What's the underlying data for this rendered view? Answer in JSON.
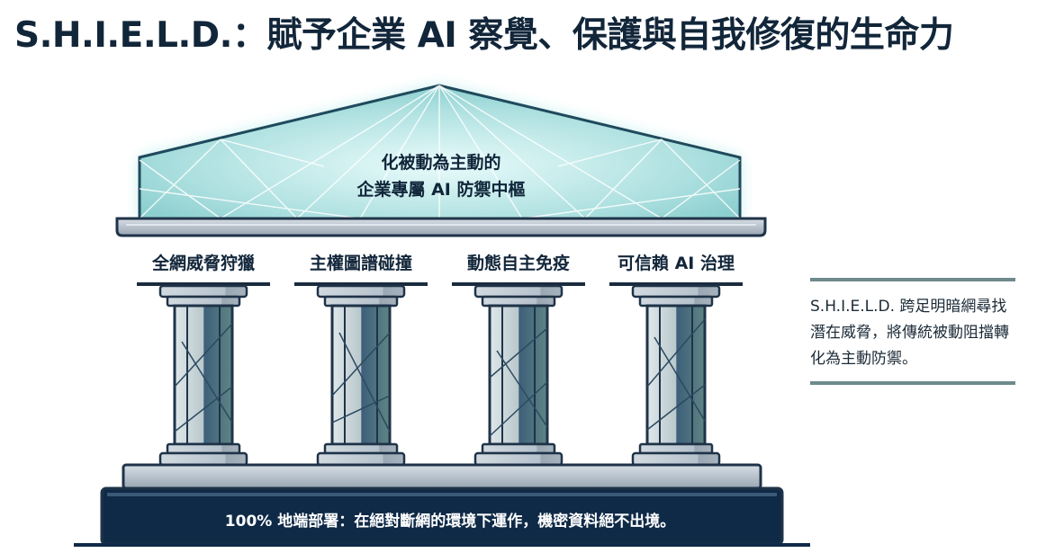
{
  "title": "S.H.I.E.L.D.：賦予企業 AI 察覺、保護與自我修復的生命力",
  "roof": {
    "line1": "化被動為主動的",
    "line2": "企業專屬 AI 防禦中樞"
  },
  "pillars": [
    {
      "label": "全網威脅狩獵"
    },
    {
      "label": "主權圖譜碰撞"
    },
    {
      "label": "動態自主免疫"
    },
    {
      "label": "可信賴 AI 治理"
    }
  ],
  "side_note": {
    "text": "S.H.I.E.L.D. 跨足明暗網尋找潛在威脅，將傳統被動阻擋轉化為主動防禦。"
  },
  "foundation": {
    "text": "100% 地端部署：在絕對斷網的環境下運作，機密資料絕不出境。"
  },
  "colors": {
    "navy": "#0f2a47",
    "glass": "#bfe6e6",
    "glow": "#7fdada",
    "stone": "#a9b6c1",
    "rule": "#6e8a8c"
  }
}
